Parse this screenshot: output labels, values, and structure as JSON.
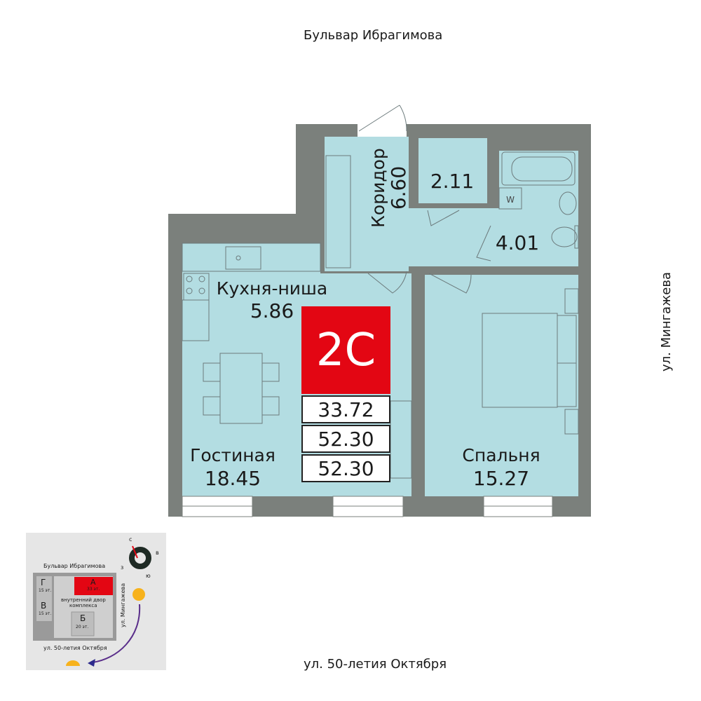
{
  "streets": {
    "north": "Бульвар Ибрагимова",
    "east": "ул. Мингажева",
    "south": "ул. 50-летия Октября"
  },
  "rooms": [
    {
      "name": "Коридор",
      "area": "6.60"
    },
    {
      "name": "",
      "area": "2.11"
    },
    {
      "name": "",
      "area": "4.01"
    },
    {
      "name": "Кухня-ниша",
      "area": "5.86"
    },
    {
      "name": "Гостиная",
      "area": "18.45"
    },
    {
      "name": "Спальня",
      "area": "15.27"
    }
  ],
  "apartment": {
    "type": "2С",
    "areas": [
      "33.72",
      "52.30",
      "52.30"
    ],
    "badge_color": "#e30613"
  },
  "bathroom_marker": "W",
  "colors": {
    "wall": "#7b807c",
    "room": "#b3dde2"
  },
  "minimap": {
    "street_north": "Бульвар Ибрагимова",
    "street_east": "ул. Мингажева",
    "street_south": "ул. 50-летия Октября",
    "courtyard": [
      "внутренний двор",
      "комплекса"
    ],
    "buildings": [
      {
        "letter": "А",
        "floors": "33 эт."
      },
      {
        "letter": "Б",
        "floors": "20 эт."
      },
      {
        "letter": "В",
        "floors": "15 эт."
      },
      {
        "letter": "Г",
        "floors": "15 эт."
      }
    ],
    "compass": {
      "n": "с",
      "e": "в",
      "s": "ю",
      "w": "з"
    }
  }
}
